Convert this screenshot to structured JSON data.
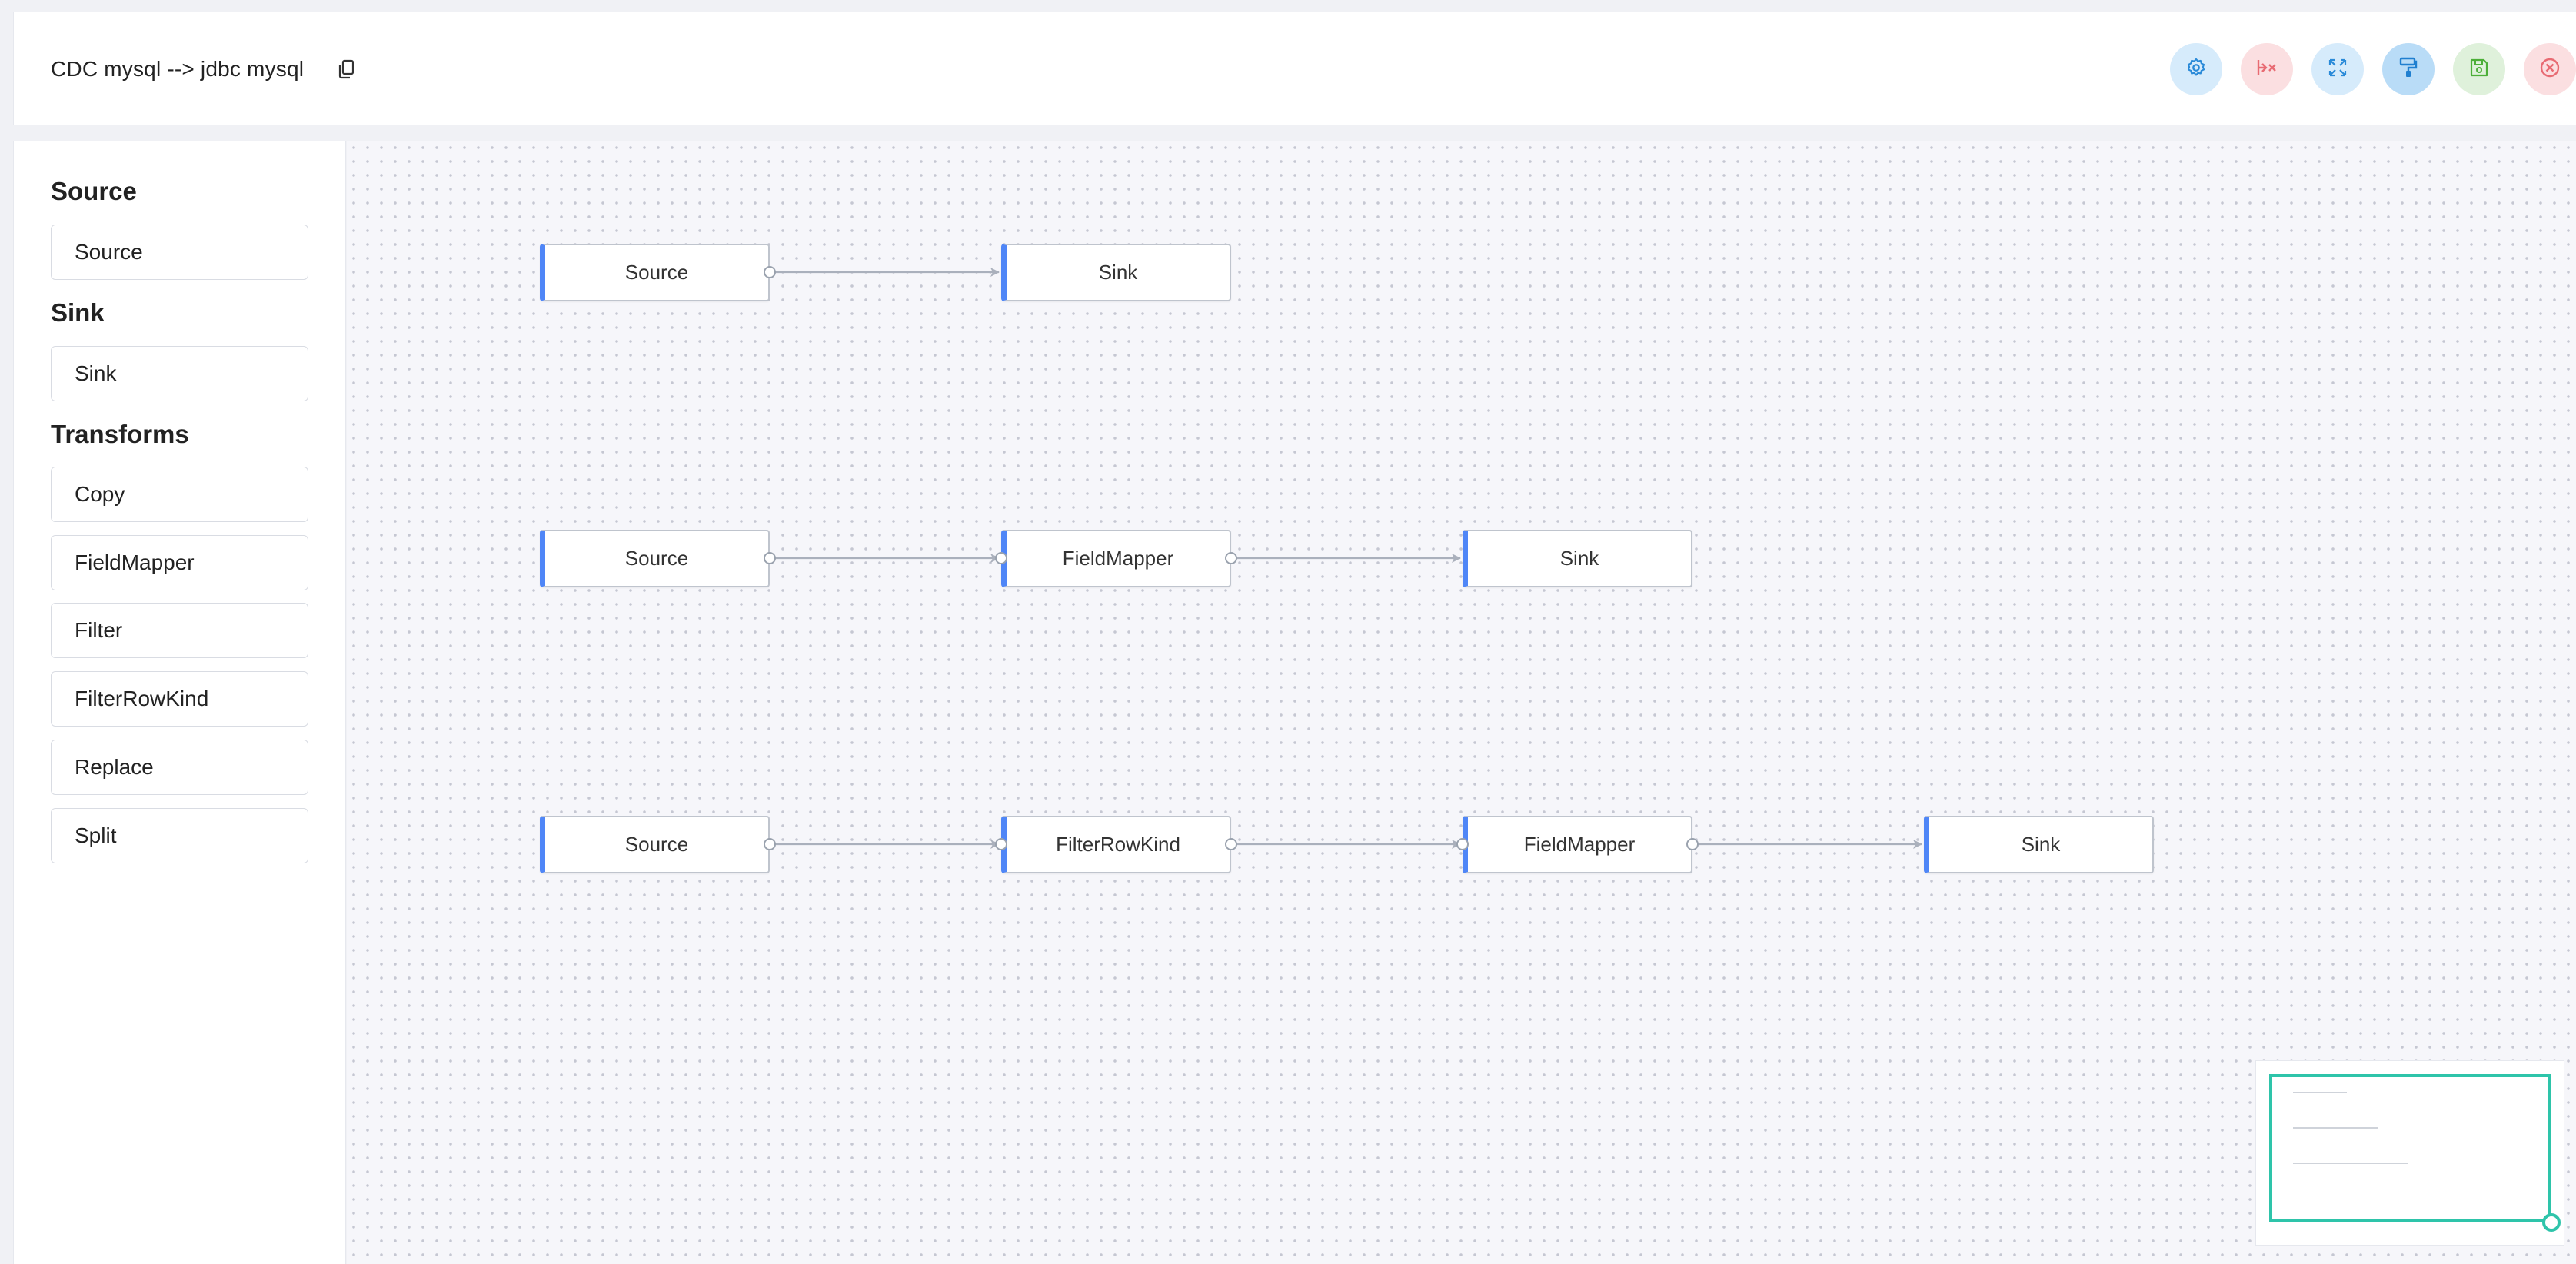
{
  "header": {
    "title": "CDC mysql --> jdbc mysql",
    "icons": [
      "copy-icon",
      "settings-icon",
      "unlink-icon",
      "fit-view-icon",
      "format-painter-icon",
      "save-icon",
      "close-icon"
    ]
  },
  "sidebar": {
    "groups": [
      {
        "title": "Source",
        "items": [
          "Source"
        ]
      },
      {
        "title": "Sink",
        "items": [
          "Sink"
        ]
      },
      {
        "title": "Transforms",
        "items": [
          "Copy",
          "FieldMapper",
          "Filter",
          "FilterRowKind",
          "Replace",
          "Split"
        ]
      }
    ]
  },
  "canvas": {
    "flows": [
      [
        "Source",
        "Sink"
      ],
      [
        "Source",
        "FieldMapper",
        "Sink"
      ],
      [
        "Source",
        "FilterRowKind",
        "FieldMapper",
        "Sink"
      ]
    ]
  },
  "colors": {
    "node_accent": "#4f86f7",
    "edge": "#aab0bc",
    "minimap_view": "#2ec4aa",
    "action_blue": "#d6ebfb",
    "action_red": "#fbdfe1",
    "action_green": "#dff1db"
  }
}
